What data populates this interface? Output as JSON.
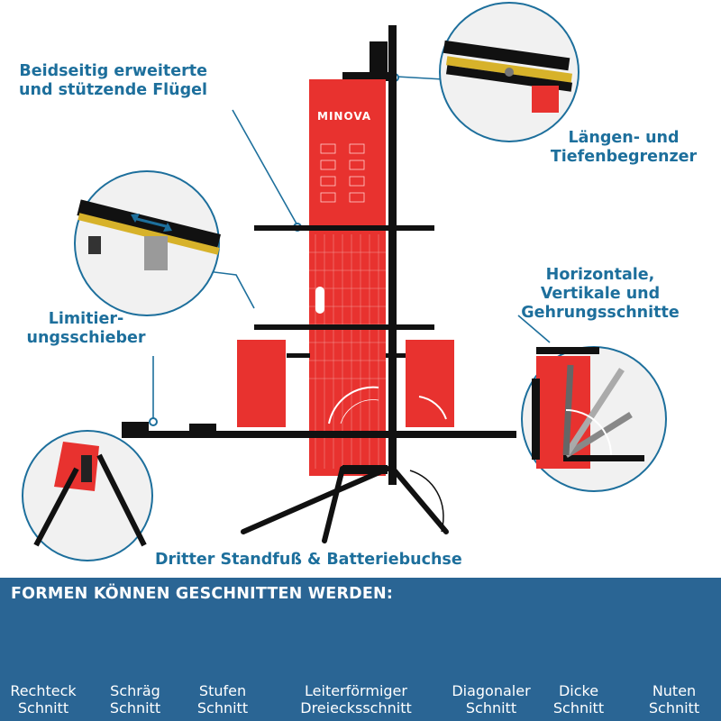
{
  "callouts": {
    "wings": {
      "line1": "Beidseitig erweiterte",
      "line2": "und stützende Flügel"
    },
    "limiter": {
      "line1": "Längen- und",
      "line2": "Tiefenbegrenzer"
    },
    "slider": {
      "line1": "Limitier-",
      "line2": "ungsschieber"
    },
    "cuts": {
      "line1": "Horizontale,",
      "line2": "Vertikale und",
      "line3": "Gehrungsschnitte"
    },
    "foot": {
      "line1": "Dritter Standfuß & Batteriebuchse"
    }
  },
  "product": {
    "brand": "MINOVA"
  },
  "shapes_section": {
    "title": "FORMEN KÖNNEN GESCHNITTEN WERDEN:",
    "items": [
      {
        "line1": "Rechteck",
        "line2": "Schnitt"
      },
      {
        "line1": "Schräg",
        "line2": "Schnitt"
      },
      {
        "line1": "Stufen",
        "line2": "Schnitt"
      },
      {
        "line1": "Leiterförmiger",
        "line2": "Dreiecksschnitt"
      },
      {
        "line1": "Diagonaler",
        "line2": "Schnitt"
      },
      {
        "line1": "Dicke",
        "line2": "Schnitt"
      },
      {
        "line1": "Nuten",
        "line2": "Schnitt"
      }
    ]
  },
  "colors": {
    "accent_blue": "#1d6f9c",
    "panel_blue": "#2a6594",
    "product_red": "#e8322f",
    "frame_black": "#111111"
  }
}
